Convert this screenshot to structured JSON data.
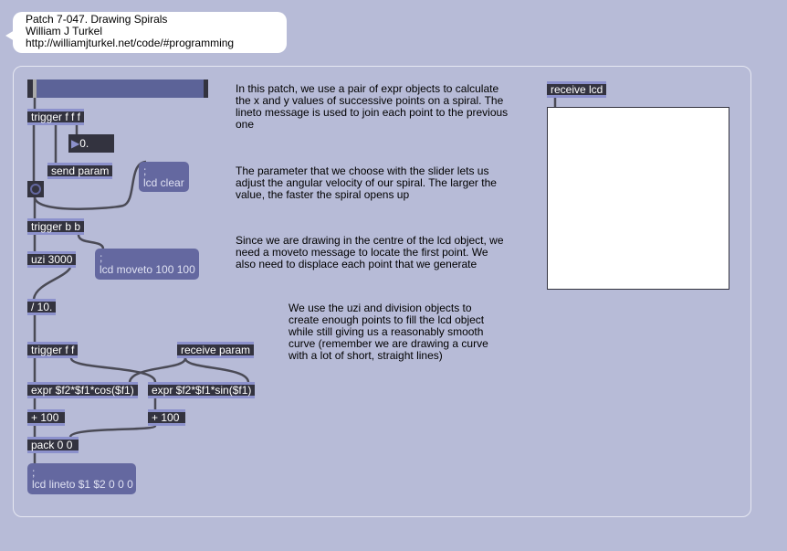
{
  "header": {
    "title": "Patch 7-047. Drawing Spirals",
    "author": "William J Turkel",
    "url": "http://williamjturkel.net/code/#programming"
  },
  "objects": {
    "trigger_fff": "trigger f f f",
    "number_value": "0.",
    "send_param": "send param",
    "lcd_clear": ";\nlcd clear",
    "trigger_bb": "trigger b b",
    "uzi": "uzi 3000",
    "lcd_moveto": ";\nlcd moveto 100 100",
    "divide": "/ 10.",
    "trigger_ff": "trigger f f",
    "receive_param": "receive param",
    "expr_cos": "expr $f2*$f1*cos($f1)",
    "expr_sin": "expr $f2*$f1*sin($f1)",
    "plus_a": "+ 100",
    "plus_b": "+ 100",
    "pack": "pack 0 0",
    "lcd_lineto": ";\nlcd lineto $1 $2 0 0 0",
    "receive_lcd": "receive lcd"
  },
  "slider": {
    "value": 0
  },
  "comments": [
    "In this patch, we use a pair of expr objects to calculate the x and y values of successive points on a spiral. The lineto message is used to join each point to the previous one",
    "The parameter that we choose with the slider lets us adjust the angular velocity of our spiral. The larger the value, the faster the spiral opens up",
    "Since we are drawing in the centre of the lcd object, we need a moveto message to locate the first point. We also need to displace each point that we generate",
    "We use the uzi and division objects to create enough points to fill the lcd object while still giving us a reasonably smooth curve (remember we are drawing a curve with a lot of short, straight lines)"
  ]
}
